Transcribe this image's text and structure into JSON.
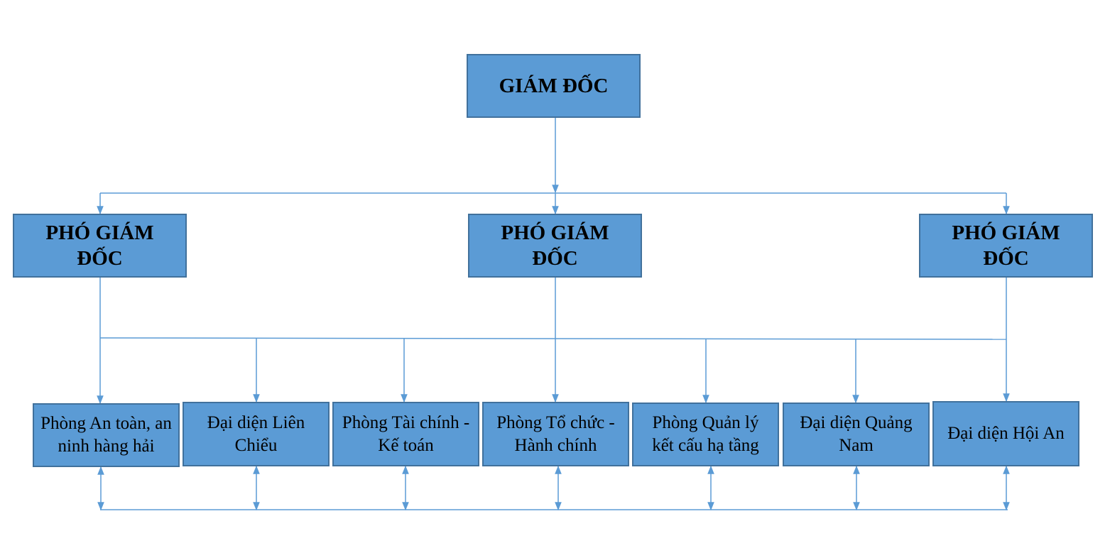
{
  "colors": {
    "box_fill": "#5b9bd5",
    "box_border": "#41719c",
    "connector": "#5b9bd5"
  },
  "director": {
    "label": "GIÁM ĐỐC"
  },
  "deputies": [
    {
      "label": "PHÓ GIÁM ĐỐC"
    },
    {
      "label": "PHÓ GIÁM ĐỐC"
    },
    {
      "label": "PHÓ GIÁM ĐỐC"
    }
  ],
  "departments": [
    {
      "label": "Phòng An toàn, an ninh hàng hải"
    },
    {
      "label": "Đại diện Liên Chiểu"
    },
    {
      "label": "Phòng Tài chính - Kế toán"
    },
    {
      "label": "Phòng Tổ chức - Hành chính"
    },
    {
      "label": "Phòng Quản lý kết cấu hạ tầng"
    },
    {
      "label": "Đại diện Quảng Nam"
    },
    {
      "label": "Đại diện Hội An"
    }
  ]
}
